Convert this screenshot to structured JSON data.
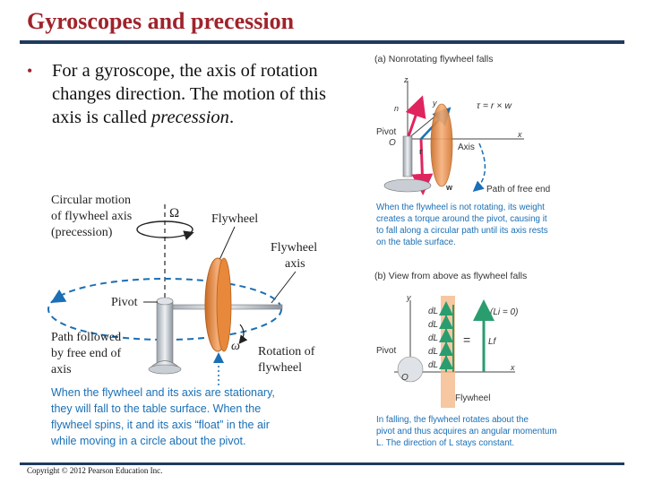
{
  "title": "Gyroscopes and precession",
  "bullet": {
    "lead": "For a gyroscope, the axis of rotation changes direction. The motion of this axis is called ",
    "emph": "precession",
    "tail": "."
  },
  "left_figure": {
    "circular_motion": [
      "Circular motion",
      "of flywheel axis",
      "(precession)"
    ],
    "omega_big": "Ω",
    "flywheel": "Flywheel",
    "flywheel_axis": [
      "Flywheel",
      "axis"
    ],
    "pivot": "Pivot",
    "path_followed": [
      "Path followed",
      "by free end of",
      "axis"
    ],
    "omega_small": "ω",
    "rotation": [
      "Rotation of",
      "flywheel"
    ],
    "caption": [
      "When the flywheel and its axis are stationary,",
      "they will fall to the table surface. When the",
      "flywheel spins, it and its axis “float” in the air",
      "while moving in a circle about the pivot."
    ]
  },
  "panel_a": {
    "heading": "(a) Nonrotating flywheel falls",
    "z": "z",
    "y": "y",
    "n": "n",
    "torque": "τ = r × w",
    "pivot": "Pivot",
    "o": "O",
    "axis": "Axis",
    "x": "x",
    "r": "r",
    "w": "w",
    "path_free_end": "Path of free end",
    "caption": [
      "When the flywheel is not rotating, its weight",
      "creates a torque around the pivot, causing it",
      "to fall along a circular path until its axis rests",
      "on the table surface."
    ]
  },
  "panel_b": {
    "heading": "(b) View from above as flywheel falls",
    "y": "y",
    "dl_labels": [
      "dL",
      "dL",
      "dL",
      "dL",
      "dL"
    ],
    "l_initial": "(Li = 0)",
    "equals": "=",
    "l_final": "Lf",
    "pivot": "Pivot",
    "o": "O",
    "x": "x",
    "flywheel": "Flywheel",
    "caption": [
      "In falling, the flywheel rotates about the",
      "pivot and thus acquires an angular momentum",
      "L. The direction of L stays constant."
    ]
  },
  "copyright": "Copyright © 2012 Pearson Education Inc.",
  "colors": {
    "title": "#a0232b",
    "rule": "#1f3a5f",
    "caption_blue": "#1a6fb5",
    "flywheel_orange": "#e8883a",
    "vector_red": "#e0245e",
    "vector_green": "#2a9d6f",
    "arrow_blue": "#1a6fb5"
  }
}
